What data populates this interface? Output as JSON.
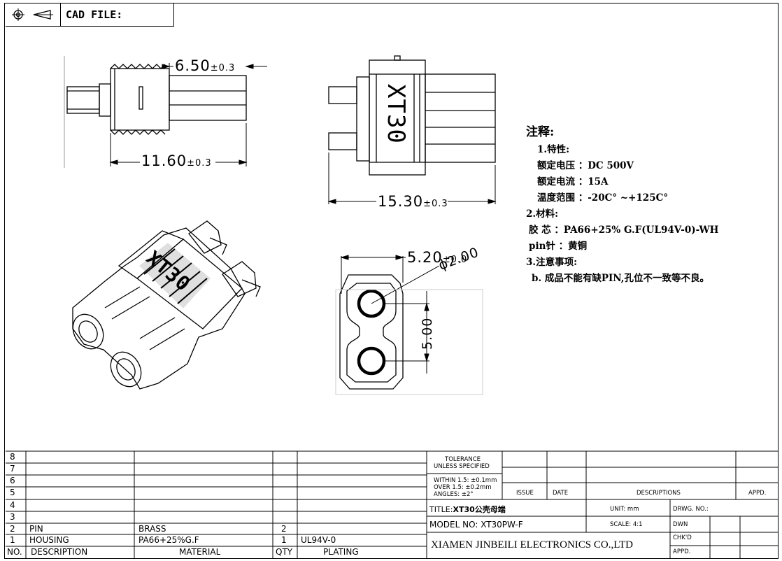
{
  "header": {
    "cad_label": "CAD FILE:"
  },
  "dimensions": {
    "side_width": "6.50",
    "side_width_tol": "±0.3",
    "side_length": "11.60",
    "side_length_tol": "±0.3",
    "front_width": "15.30",
    "front_width_tol": "±0.3",
    "front_mark": "XT30",
    "bottom_width": "5.20",
    "bottom_width_tol": "±0.0",
    "hole_dia": "ϕ2.00",
    "pitch": "5.00",
    "iso_mark": "XT30"
  },
  "notes": {
    "title": "注释:",
    "lines": [
      "1.特性:",
      "额定电压 ：DC  500V",
      "额定电流 ：15A",
      "温度范围 ：-20C° ~+125C°",
      "2.材料:",
      "胶 芯 ：PA66+25% G.F(UL94V-0)-WH",
      "pin针 ：黄铜",
      "3.注意事项:",
      "b. 成品不能有缺PIN,孔位不一致等不良。"
    ]
  },
  "bom": {
    "empty_rows": [
      "8",
      "7",
      "6",
      "5",
      "4",
      "3"
    ],
    "rows": [
      {
        "no": "2",
        "desc": "PIN",
        "material": "BRASS",
        "qty": "2",
        "plating": ""
      },
      {
        "no": "1",
        "desc": "HOUSING",
        "material": "PA66+25%G.F",
        "qty": "1",
        "plating": "UL94V-0"
      }
    ],
    "headers": {
      "no": "NO.",
      "desc": "DESCRIPTION",
      "material": "MATERIAL",
      "qty": "QTY",
      "plating": "PLATING"
    }
  },
  "title_block": {
    "tolerance_title": "TOLERANCE",
    "tolerance_sub": "UNLESS SPECIFIED",
    "tol_1": "WITHIN 1.5: ±0.1mm",
    "tol_2": "OVER 1.5:  ±0.2mm",
    "tol_3": "ANGLES: ±2°",
    "issue": "ISSUE",
    "date": "DATE",
    "descriptions": "DESCRIPTIONS",
    "appd": "APPD.",
    "title_label": "TITLE:",
    "title_value": "XT30公壳母端",
    "unit": "UNIT: mm",
    "drwg_no": "DRWG. NO.:",
    "model": "MODEL NO: XT30PW-F",
    "scale": "SCALE: 4:1",
    "dwn": "DWN",
    "chkd": "CHK'D",
    "appd2": "APPD.",
    "company": "XIAMEN JINBEILI ELECTRONICS CO.,LTD"
  }
}
